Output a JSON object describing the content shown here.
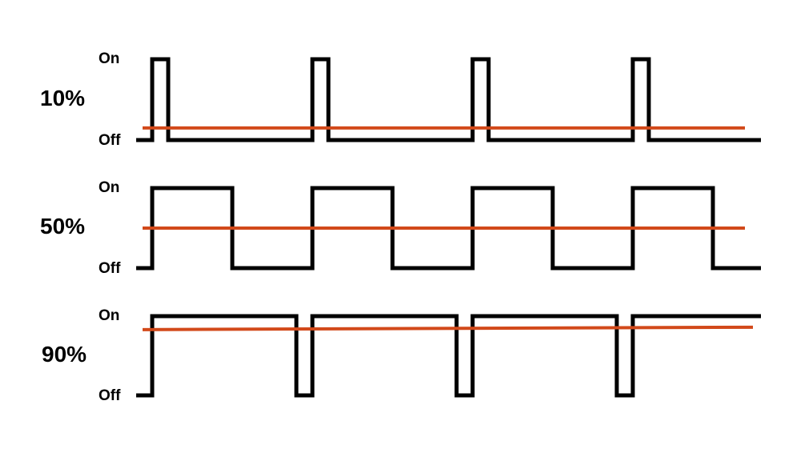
{
  "chart_data": {
    "type": "line",
    "title": "",
    "level_labels": {
      "on": "On",
      "off": "Off"
    },
    "rows": [
      {
        "label": "10%",
        "duty_cycle": 0.1,
        "average_level": 0.15
      },
      {
        "label": "50%",
        "duty_cycle": 0.5,
        "average_level": 0.5
      },
      {
        "label": "90%",
        "duty_cycle": 0.9,
        "average_level": 0.83
      }
    ],
    "periods": 4,
    "colors": {
      "signal": "#000000",
      "average": "#d2491a"
    }
  }
}
